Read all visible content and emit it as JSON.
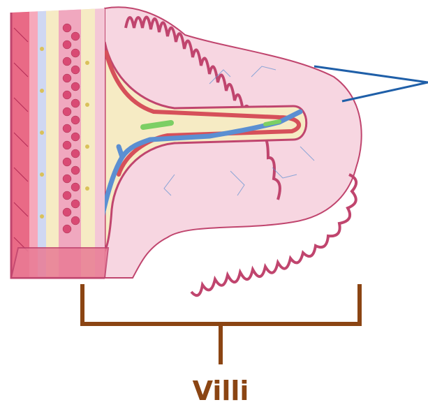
{
  "labels": {
    "villi": "Villi"
  },
  "colors": {
    "bracket": "#8B4513",
    "pointer_lines": "#1f5fa8",
    "label_text": "#8B4513",
    "villus_fill": "#f4c7d6",
    "villus_outline": "#c0456e",
    "core_fill": "#f6ebc4",
    "artery": "#d6505a",
    "vein": "#5b8fd2",
    "lacteal": "#7ccf64",
    "muscle_layer": "#e96a86",
    "submucosa_cells": "#d94a74"
  },
  "icons": {
    "pointer": "two-line-pointer",
    "bracket": "horizontal-bracket"
  }
}
